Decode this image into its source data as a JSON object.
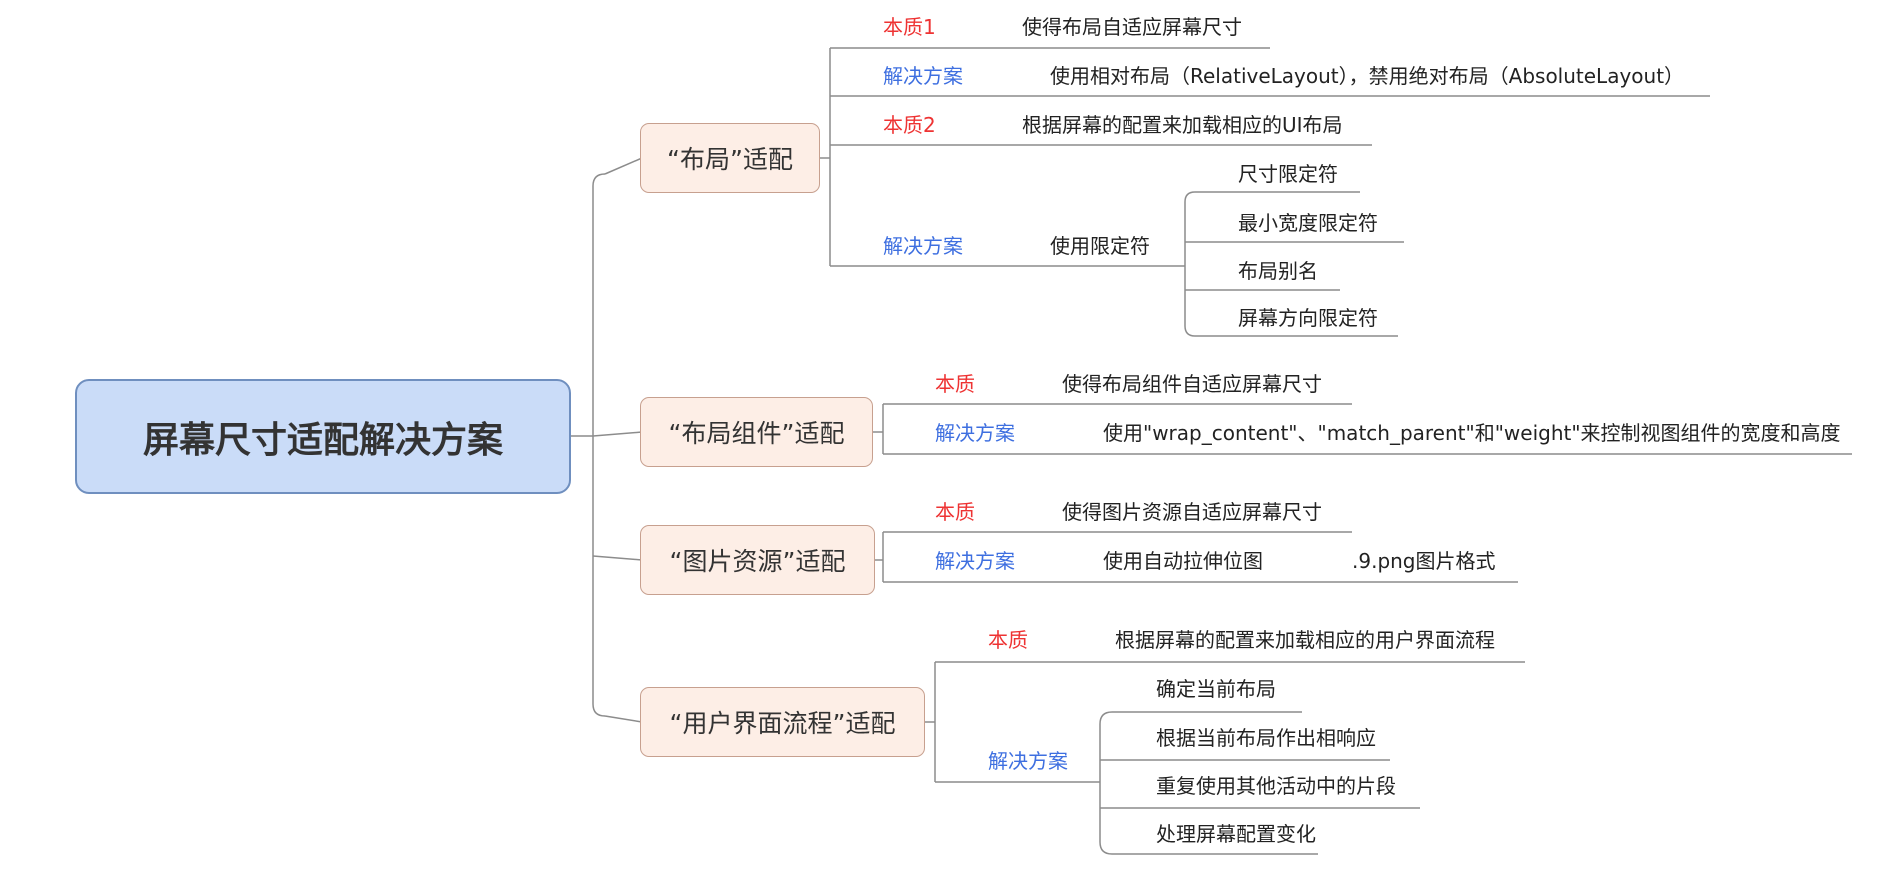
{
  "root": {
    "title": "屏幕尺寸适配解决方案"
  },
  "branches": {
    "layout": {
      "title": "“布局”适配",
      "essence1_label": "本质1",
      "essence1_text": "使得布局自适应屏幕尺寸",
      "solution1_label": "解决方案",
      "solution1_text": "使用相对布局（RelativeLayout），禁用绝对布局（AbsoluteLayout）",
      "essence2_label": "本质2",
      "essence2_text": "根据屏幕的配置来加载相应的UI布局",
      "solution2_label": "解决方案",
      "solution2_text": "使用限定符",
      "qualifiers": [
        "尺寸限定符",
        "最小宽度限定符",
        "布局别名",
        "屏幕方向限定符"
      ]
    },
    "widgets": {
      "title": "“布局组件”适配",
      "essence_label": "本质",
      "essence_text": "使得布局组件自适应屏幕尺寸",
      "solution_label": "解决方案",
      "solution_text": "使用\"wrap_content\"、\"match_parent\"和\"weight\"来控制视图组件的宽度和高度"
    },
    "images": {
      "title": "“图片资源”适配",
      "essence_label": "本质",
      "essence_text": "使得图片资源自适应屏幕尺寸",
      "solution_label": "解决方案",
      "solution_text": "使用自动拉伸位图",
      "solution_detail": ".9.png图片格式"
    },
    "flow": {
      "title": "“用户界面流程”适配",
      "essence_label": "本质",
      "essence_text": "根据屏幕的配置来加载相应的用户界面流程",
      "solution_label": "解决方案",
      "steps": [
        "确定当前布局",
        "根据当前布局作出相响应",
        "重复使用其他活动中的片段",
        "处理屏幕配置变化"
      ]
    }
  },
  "colors": {
    "essence": "#ee3333",
    "solution": "#3e6fe0",
    "root_fill": "#cadcf8",
    "topic_fill": "#fdeee6"
  }
}
